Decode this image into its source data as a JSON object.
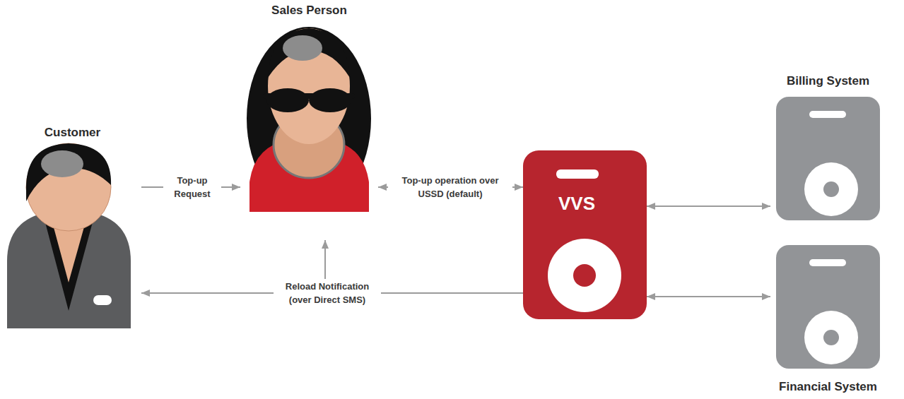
{
  "diagram": {
    "nodes": [
      {
        "text": [
          "Customer"
        ]
      },
      {
        "text": [
          "Sales Person"
        ]
      },
      {
        "text": [
          "VVS"
        ]
      },
      {
        "text": [
          "Billing System"
        ]
      },
      {
        "text": [
          "Financial System"
        ]
      }
    ],
    "edges": [
      {
        "from": 0,
        "to": 1,
        "arrow": "to",
        "label": "Top-up Request"
      },
      {
        "from": 1,
        "to": 2,
        "arrow": "both",
        "label": "Top-up operation over USSD (default)"
      },
      {
        "from": 2,
        "to": 3,
        "arrow": "both"
      },
      {
        "from": 2,
        "to": 4,
        "arrow": "both"
      },
      {
        "from": 2,
        "to": 0,
        "arrow": "to",
        "label": "Reload Notification (over Direct SMS)"
      },
      {
        "from": 2,
        "to": 1,
        "arrow": "to"
      }
    ]
  }
}
